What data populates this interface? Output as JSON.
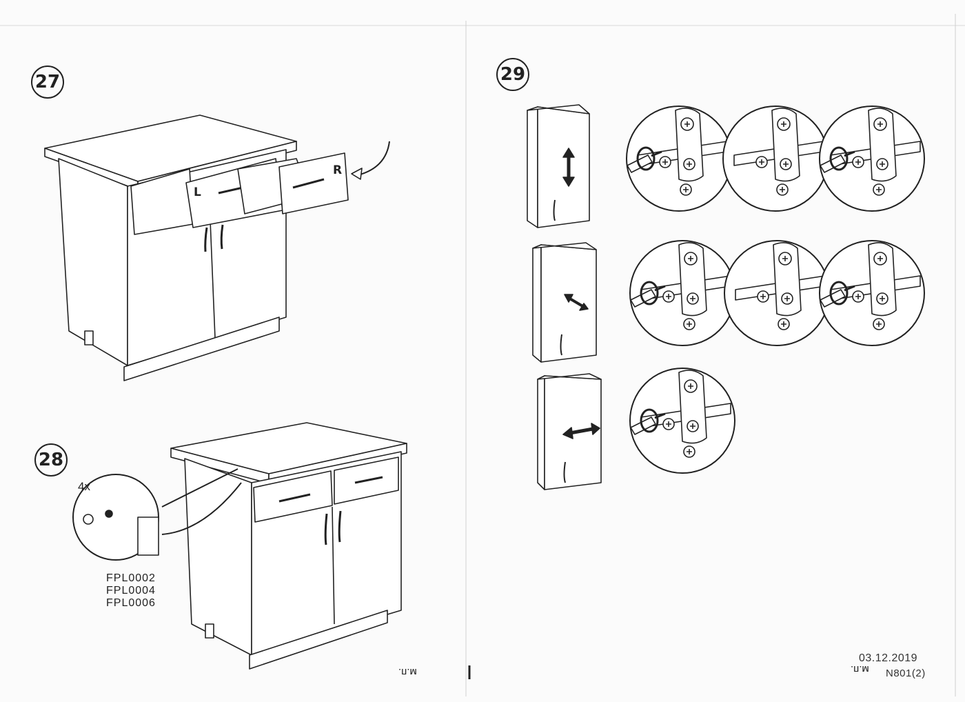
{
  "steps": {
    "s27": "27",
    "s28": "28",
    "s29": "29"
  },
  "step27": {
    "drawer_left_label": "L",
    "drawer_right_label": "R"
  },
  "step28": {
    "quantity": "4x",
    "part_codes": [
      "FPL0002",
      "FPL0004",
      "FPL0006"
    ]
  },
  "footer": {
    "left_mark": "м.п.",
    "right_mark": "м.п.",
    "date": "03.12.2019",
    "doc_code": "N801(2)"
  },
  "icons": [
    "curved-arrow-icon",
    "vertical-double-arrow-icon",
    "diagonal-double-arrow-icon",
    "horizontal-double-arrow-icon",
    "screwdriver-icon",
    "hinge-icon"
  ]
}
